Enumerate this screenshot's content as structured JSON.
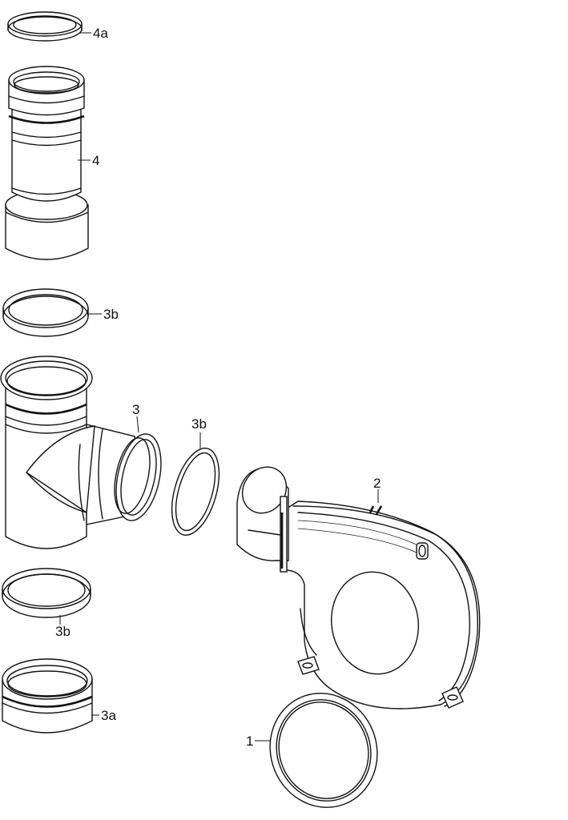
{
  "labels": {
    "seal_4a": "4a",
    "pipe_4": "4",
    "seal_3b_top": "3b",
    "tee_3": "3",
    "seal_3b_mid": "3b",
    "seal_3b_bottom": "3b",
    "sleeve_3a": "3a",
    "housing_2": "2",
    "ring_1": "1"
  }
}
